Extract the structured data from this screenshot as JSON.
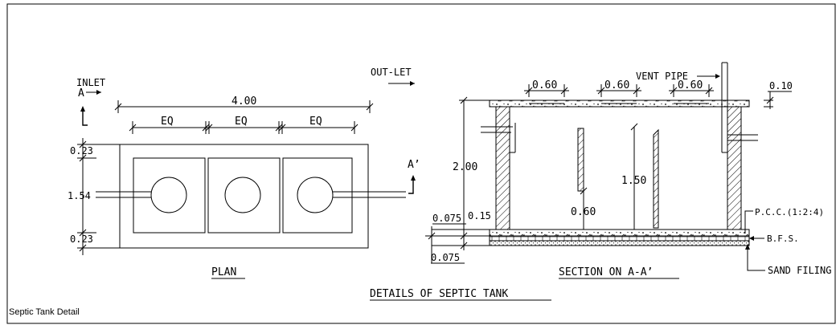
{
  "caption": "Septic Tank Detail",
  "drawing": {
    "title": "DETAILS OF SEPTIC TANK",
    "plan": {
      "label": "PLAN",
      "inlet": "INLET",
      "outlet": "OUT-LET",
      "section_mark_start": "A",
      "section_mark_end": "A’",
      "overall_length": "4.00",
      "compartment_1": "EQ",
      "compartment_2": "EQ",
      "compartment_3": "EQ",
      "wall_top": "0.23",
      "inner_width": "1.54",
      "wall_bottom": "0.23"
    },
    "section": {
      "label": "SECTION ON A-A’",
      "vent_pipe": "VENT PIPE",
      "slab_opening_1": "0.60",
      "slab_opening_2": "0.60",
      "slab_opening_3": "0.60",
      "slab_thickness": "0.10",
      "depth": "2.00",
      "baffle_height": "1.50",
      "baffle_gap": "0.60",
      "floor_pcc": "0.075",
      "floor_total": "0.15",
      "floor_base": "0.075",
      "pcc": "P.C.C.(1:2:4)",
      "bfs": "B.F.S.",
      "sand": "SAND FILING"
    }
  }
}
